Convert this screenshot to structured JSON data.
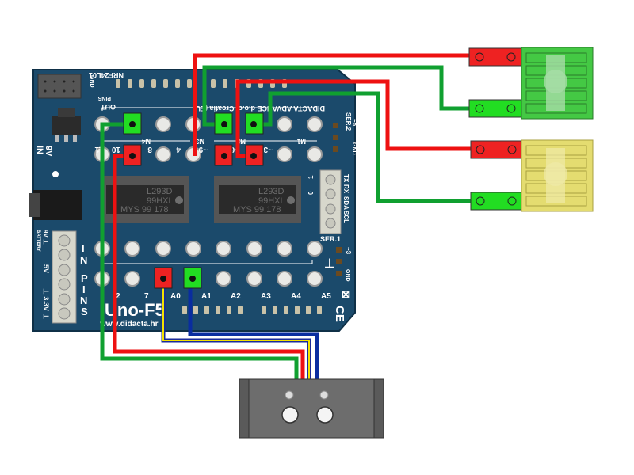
{
  "diagram": {
    "title": "Uno-F5 shield wiring diagram",
    "board": {
      "name": "Uno-F5",
      "website": "www.didacta.hr",
      "top_text": "DIDACTA ADVANCE d.o.o. Croatia (EU)",
      "nrf_label": "NRF24L01",
      "gnd_label": "GND",
      "out_pins_label": [
        "OUT",
        "PINS"
      ],
      "in_pins_label": [
        "I",
        "N",
        "P",
        "I",
        "N",
        "S"
      ],
      "power_label": [
        "9V",
        "IN"
      ],
      "battery_labels": [
        "9V ⊥",
        "BATTERY",
        "5V",
        "⊥ 3.3V ⊥"
      ],
      "top_pin_labels": [
        "~11",
        "10",
        "8",
        "4",
        "~9",
        "~6",
        "~5",
        "~3"
      ],
      "motor_labels": [
        "M4",
        "M3",
        "M2",
        "M1"
      ],
      "ser2_labels": [
        "SER.2",
        "~5",
        "GND"
      ],
      "ser1_labels": [
        "SER.1",
        "~3",
        "GND"
      ],
      "i2c_labels": [
        "1",
        "0",
        "TX",
        "RX",
        "SDA",
        "SCL"
      ],
      "bottom_pin_labels": [
        "2",
        "7",
        "A0",
        "A1",
        "A2",
        "A3",
        "A4",
        "A5"
      ],
      "chips": [
        {
          "name": "L293D",
          "line2": "99HXL",
          "line3": "MYS  99 178"
        },
        {
          "name": "L293D",
          "line2": "99HXL",
          "line3": "MYS  99 178"
        }
      ],
      "marks": [
        "CE",
        "WEEE"
      ]
    },
    "colors": {
      "board": "#1b4a6b",
      "board_dark": "#143a55",
      "wire_red": "#ee1111",
      "wire_green": "#10a030",
      "wire_blue": "#0a2da0",
      "wire_yellow": "#f4e200",
      "connector_red": "#ee2222",
      "connector_green": "#22dd22",
      "module_green": "#44c844",
      "module_yellow": "#e4dc70",
      "module_gray": "#6d6d6d"
    },
    "components": [
      {
        "id": "sensor-green",
        "type": "temperature-sensor-module",
        "color": "green"
      },
      {
        "id": "sensor-yellow",
        "type": "temperature-sensor-module",
        "color": "yellow"
      },
      {
        "id": "ir-sensor",
        "type": "dual-sensor-module",
        "color": "gray"
      }
    ]
  }
}
